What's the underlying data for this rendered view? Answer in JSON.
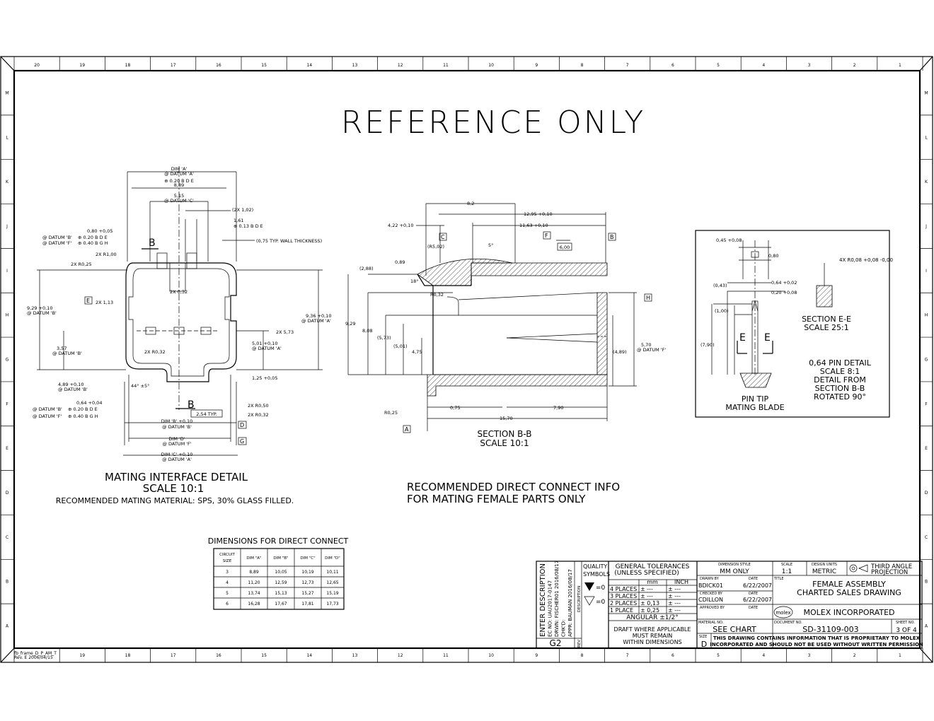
{
  "title": "REFERENCE ONLY",
  "border": {
    "top_columns": [
      "20",
      "19",
      "18",
      "17",
      "16",
      "15",
      "14",
      "13",
      "12",
      "11",
      "10",
      "9",
      "8",
      "7",
      "6",
      "5",
      "4",
      "3",
      "2",
      "1"
    ],
    "bottom_columns": [
      "19",
      "18",
      "17",
      "16",
      "15",
      "14",
      "13",
      "12",
      "11",
      "10",
      "9",
      "8",
      "7",
      "6",
      "5",
      "4",
      "3",
      "2",
      "1"
    ],
    "rows": [
      "M",
      "L",
      "K",
      "J",
      "I",
      "H",
      "G",
      "F",
      "E",
      "D",
      "C",
      "B",
      "A"
    ],
    "frame_id": "fb_frame_D_P_AM_T",
    "frame_rev": "Rev. E 2006/04/15"
  },
  "mating_detail": {
    "title": "MATING INTERFACE DETAIL",
    "scale": "SCALE 10:1",
    "material_note": "RECOMMENDED MATING MATERIAL: SPS, 30% GLASS FILLED.",
    "dims": {
      "dim_a": "DIM 'A'",
      "datum_a": "@ DATUM 'A'",
      "tol_a": "⊕ 0.20 B D E",
      "d889": "8,89",
      "d515": "5,15",
      "datum_c": "@ DATUM 'C'",
      "d102": "(2X  1,02)",
      "d161": "1,61",
      "tol_161": "⊕ 0.13 B D E",
      "d080": "0,80 +0,05",
      "datum_b_tol": "@ DATUM 'B'",
      "datum_f_tol": "@ DATUM 'F'",
      "tol_b": "⊕ 0.20 B D E",
      "tol_f": "⊕ 0.40 B G H",
      "wall": "(0,75 TYP. WALL THICKNESS)",
      "r100": "2X  R1,00",
      "r025": "2X  R0,25",
      "d032": "2X  0,32",
      "d113": "2X  1,13",
      "d929": "9,29 +0,10",
      "d929_datum": "@ DATUM 'B'",
      "d936": "9,36 +0,10",
      "d936_datum": "@ DATUM 'A'",
      "d573": "2X  5,73",
      "d501": "5,01 +0,10",
      "d501_datum": "@ DATUM 'A'",
      "d357": "3,57",
      "d357_datum": "@ DATUM 'B'",
      "r032a": "2X  R0,32",
      "d489": "4,89 +0,10",
      "d489_datum": "@ DATUM 'B'",
      "d125": "1,25 +0,05",
      "d064": "0,64 +0,04",
      "angle": "44° ±5°",
      "r050": "2X  R0,50",
      "r032b": "2X  R0,32",
      "pitch": "2,54 TYP.",
      "dim_b": "DIM 'B' +0,10",
      "dim_b_datum": "@ DATUM 'B'",
      "dim_d": "DIM 'D'",
      "dim_d_datum": "@ DATUM 'F'",
      "dim_c": "DIM 'C' +0,10",
      "dim_c_datum": "@ DATUM 'A'",
      "sec_b": "B",
      "datum_e": "E",
      "datum_d": "D",
      "datum_g": "G"
    }
  },
  "section_bb": {
    "title": "SECTION B-B",
    "scale": "SCALE 10:1",
    "dims": {
      "d82": "8,2",
      "d1295": "12,95 +0,10",
      "d1163": "11,63 +0,10",
      "d422": "4,22 +0,10",
      "r502": "(R5,02)",
      "ang5": "5°",
      "d600": "6,00",
      "d288": "(2,88)",
      "d089": "0,89",
      "ang18": "18°",
      "r032": "R0,32",
      "d929": "9,29",
      "d808": "8,08",
      "d573": "(5,73)",
      "d501": "(5,01)",
      "d475": "4,75",
      "d489": "(4,89)",
      "d570": "5,70",
      "d570_datum": "@ DATUM 'F'",
      "r025": "R0,25",
      "d075": "0,75",
      "d790": "7,90",
      "d1570": "15,70",
      "c": "C",
      "f": "F",
      "b": "B",
      "h": "H",
      "a": "A"
    }
  },
  "pin_detail": {
    "d045": "0,45 +0,08",
    "d080": "0,80",
    "d064": "0,64 +0,02",
    "d020": "0,20 +0,08",
    "d043": "(0,43)",
    "d100": "(1,00)",
    "d790": "(7,90)",
    "r008": "4X  R0,08 +0,08 -0,00",
    "sec_e": "SECTION E-E",
    "sec_e_scale": "SCALE 25:1",
    "e_label": "E",
    "pin_tip": "PIN TIP",
    "mating_blade": "MATING BLADE",
    "detail_lines": [
      "0,64 PIN DETAIL",
      "SCALE 8:1",
      "DETAIL FROM",
      "SECTION B-B",
      "ROTATED 90°"
    ]
  },
  "recommended_note": [
    "RECOMMENDED DIRECT CONNECT INFO",
    "FOR MATING FEMALE PARTS ONLY"
  ],
  "dim_table": {
    "title": "DIMENSIONS FOR DIRECT CONNECT",
    "headers": [
      "CIRCUIT SIZE",
      "DIM \"A\"",
      "DIM \"B\"",
      "DIM \"C\"",
      "DIM \"D\""
    ],
    "rows": [
      [
        "3",
        "8,89",
        "10,05",
        "10,19",
        "10,11"
      ],
      [
        "4",
        "11,20",
        "12,59",
        "12,73",
        "12,65"
      ],
      [
        "5",
        "13,74",
        "15,13",
        "15,27",
        "15,19"
      ],
      [
        "6",
        "16,28",
        "17,67",
        "17,81",
        "17,73"
      ]
    ]
  },
  "title_block": {
    "rev_lines": [
      "ENTER DESCRIPTION",
      "EC NO: UAU2017-0147",
      "DRWN: FISCHER01   2016/08/17",
      "CHK'D:",
      "APPR: BAUMAN   2016/08/17"
    ],
    "rev": "G2",
    "rev_label": "REV",
    "desc_label": "DESCRIPTION",
    "quality": "QUALITY",
    "symbols": "SYMBOLS",
    "gen_tol": "GENERAL TOLERANCES",
    "unless": "(UNLESS SPECIFIED)",
    "mm": "mm",
    "inch": "INCH",
    "tol_rows": [
      [
        "4 PLACES",
        "± ---",
        "± ---"
      ],
      [
        "3 PLACES",
        "± ---",
        "± ---"
      ],
      [
        "2 PLACES",
        "± 0,13",
        "± ---"
      ],
      [
        "1 PLACE",
        "± 0,25",
        "± ---"
      ]
    ],
    "angular": "ANGULAR ±1/2°",
    "draft": [
      "DRAFT WHERE APPLICABLE",
      "MUST REMAIN",
      "WITHIN DIMENSIONS"
    ],
    "dim_style_label": "DIMENSION STYLE",
    "dim_style": "MM ONLY",
    "scale_label": "SCALE",
    "scale": "1:1",
    "units_label": "DESIGN UNITS",
    "units": "METRIC",
    "projection": [
      "THIRD ANGLE",
      "PROJECTION"
    ],
    "drawn_by_label": "DRAWN BY",
    "drawn_by": "BDICK01",
    "drawn_date": "6/22/2007",
    "checked_by_label": "CHECKED BY",
    "checked_by": "CDILLON",
    "checked_date": "6/22/2007",
    "approved_by_label": "APPROVED BY",
    "date_label": "DATE",
    "title_label": "TITLE",
    "title_lines": [
      "FEMALE ASSEMBLY",
      "CHARTED SALES DRAWING"
    ],
    "molex_logo": "molex",
    "company": "MOLEX INCORPORATED",
    "material_label": "MATERIAL NO.",
    "material": "SEE CHART",
    "document_label": "DOCUMENT NO.",
    "document": "SD-31109-003",
    "sheet_label": "SHEET NO.",
    "sheet": "3 OF 4",
    "size_label": "SIZE",
    "size": "D",
    "proprietary": [
      "THIS DRAWING CONTAINS INFORMATION THAT IS PROPRIETARY TO MOLEX",
      "INCORPORATED AND SHOULD NOT BE USED WITHOUT WRITTEN PERMISSION"
    ]
  }
}
